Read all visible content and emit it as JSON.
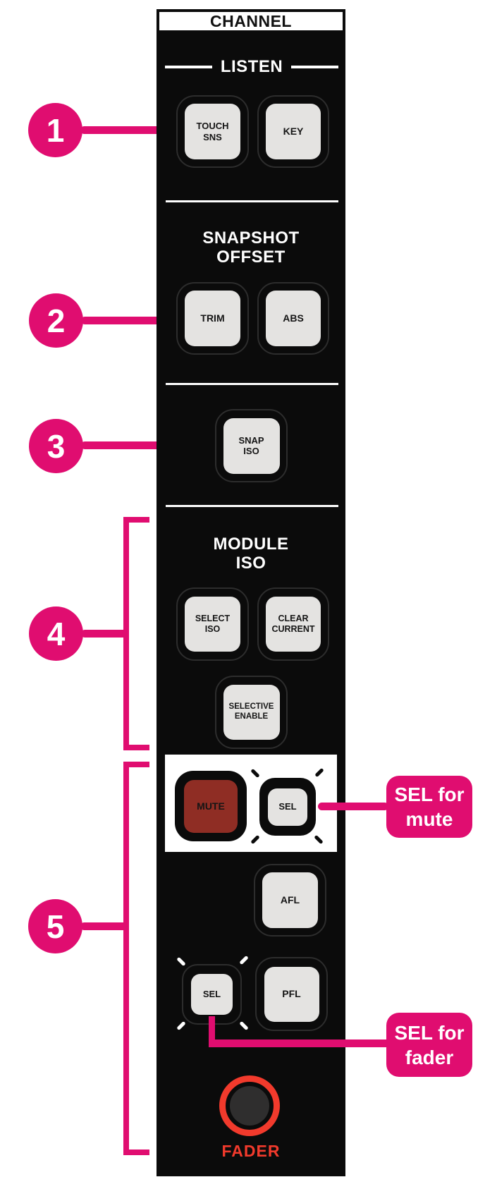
{
  "colors": {
    "accent_pink": "#E00D70",
    "panel_black": "#0B0B0B",
    "button_gray": "#E4E3E1",
    "mute_red": "#8F2D24",
    "fader_red": "#F23A2C",
    "divider_white": "#FFFFFF"
  },
  "panel": {
    "title": "CHANNEL"
  },
  "headers": {
    "listen": "LISTEN",
    "snapshot_offset": [
      "SNAPSHOT",
      "OFFSET"
    ],
    "module_iso": [
      "MODULE",
      "ISO"
    ],
    "fader": "FADER"
  },
  "buttons": {
    "touch_sns": [
      "TOUCH",
      "SNS"
    ],
    "key": [
      "KEY"
    ],
    "trim": [
      "TRIM"
    ],
    "abs": [
      "ABS"
    ],
    "snap_iso": [
      "SNAP",
      "ISO"
    ],
    "select_iso": [
      "SELECT",
      "ISO"
    ],
    "clear_current": [
      "CLEAR",
      "CURRENT"
    ],
    "selective_enable": [
      "SELECTIVE",
      "ENABLE"
    ],
    "mute": [
      "MUTE"
    ],
    "sel_mute": [
      "SEL"
    ],
    "afl": [
      "AFL"
    ],
    "sel_fader": [
      "SEL"
    ],
    "pfl": [
      "PFL"
    ]
  },
  "callouts": {
    "c1": "1",
    "c2": "2",
    "c3": "3",
    "c4": "4",
    "c5": "5"
  },
  "labels": {
    "sel_for_mute": [
      "SEL for",
      "mute"
    ],
    "sel_for_fader": [
      "SEL for",
      "fader"
    ]
  }
}
